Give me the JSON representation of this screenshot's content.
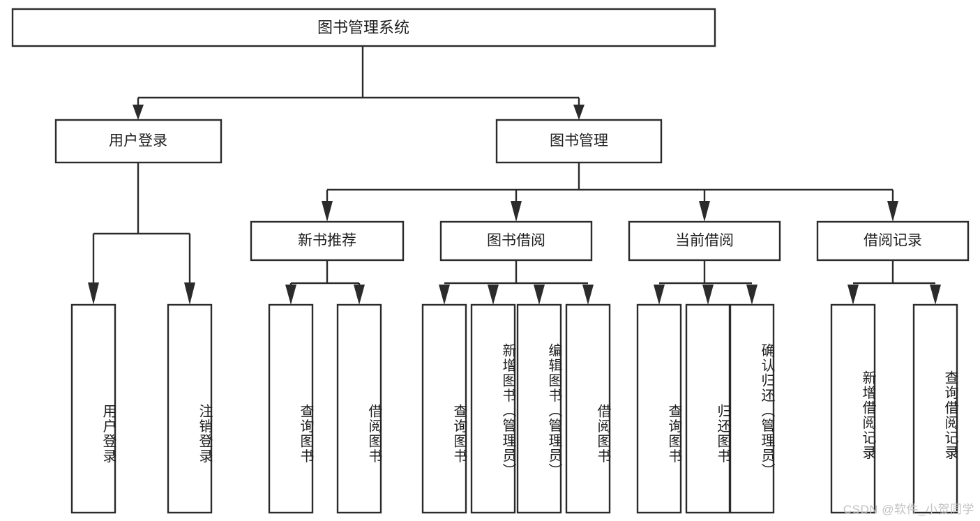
{
  "diagram": {
    "type": "hierarchy-tree",
    "title": "图书管理系统",
    "watermark": "CSDN @软件_小贺同学",
    "colors": {
      "box_stroke": "#2b2b2b",
      "box_fill": "#ffffff",
      "text": "#1d1d1d",
      "background": "#ffffff",
      "watermark": "#c2c2c2"
    },
    "root": {
      "id": "root",
      "label": "图书管理系统"
    },
    "level2": [
      {
        "id": "user-login",
        "label": "用户登录"
      },
      {
        "id": "book-manage",
        "label": "图书管理"
      }
    ],
    "level3": [
      {
        "id": "new-book-recommend",
        "label": "新书推荐"
      },
      {
        "id": "book-borrow",
        "label": "图书借阅"
      },
      {
        "id": "current-borrow",
        "label": "当前借阅"
      },
      {
        "id": "borrow-record",
        "label": "借阅记录"
      }
    ],
    "leaves": [
      {
        "id": "leaf-user-login",
        "label": "用户登录",
        "parent": "user-login"
      },
      {
        "id": "leaf-user-logout",
        "label": "注销登录",
        "parent": "user-login"
      },
      {
        "id": "leaf-query-book-1",
        "label": "查询图书",
        "parent": "new-book-recommend"
      },
      {
        "id": "leaf-borrow-book-1",
        "label": "借阅图书",
        "parent": "new-book-recommend"
      },
      {
        "id": "leaf-query-book-2",
        "label": "查询图书",
        "parent": "book-borrow"
      },
      {
        "id": "leaf-add-book",
        "label": "新增图书（管理员）",
        "parent": "book-borrow"
      },
      {
        "id": "leaf-edit-book",
        "label": "编辑图书（管理员）",
        "parent": "book-borrow"
      },
      {
        "id": "leaf-borrow-book-2",
        "label": "借阅图书",
        "parent": "book-borrow"
      },
      {
        "id": "leaf-query-book-3",
        "label": "查询图书",
        "parent": "current-borrow"
      },
      {
        "id": "leaf-return-book",
        "label": "归还图书",
        "parent": "current-borrow"
      },
      {
        "id": "leaf-confirm-return",
        "label": "确认归还（管理员）",
        "parent": "current-borrow"
      },
      {
        "id": "leaf-add-record",
        "label": "新增借阅记录",
        "parent": "borrow-record"
      },
      {
        "id": "leaf-query-record",
        "label": "查询借阅记录",
        "parent": "borrow-record"
      }
    ]
  }
}
